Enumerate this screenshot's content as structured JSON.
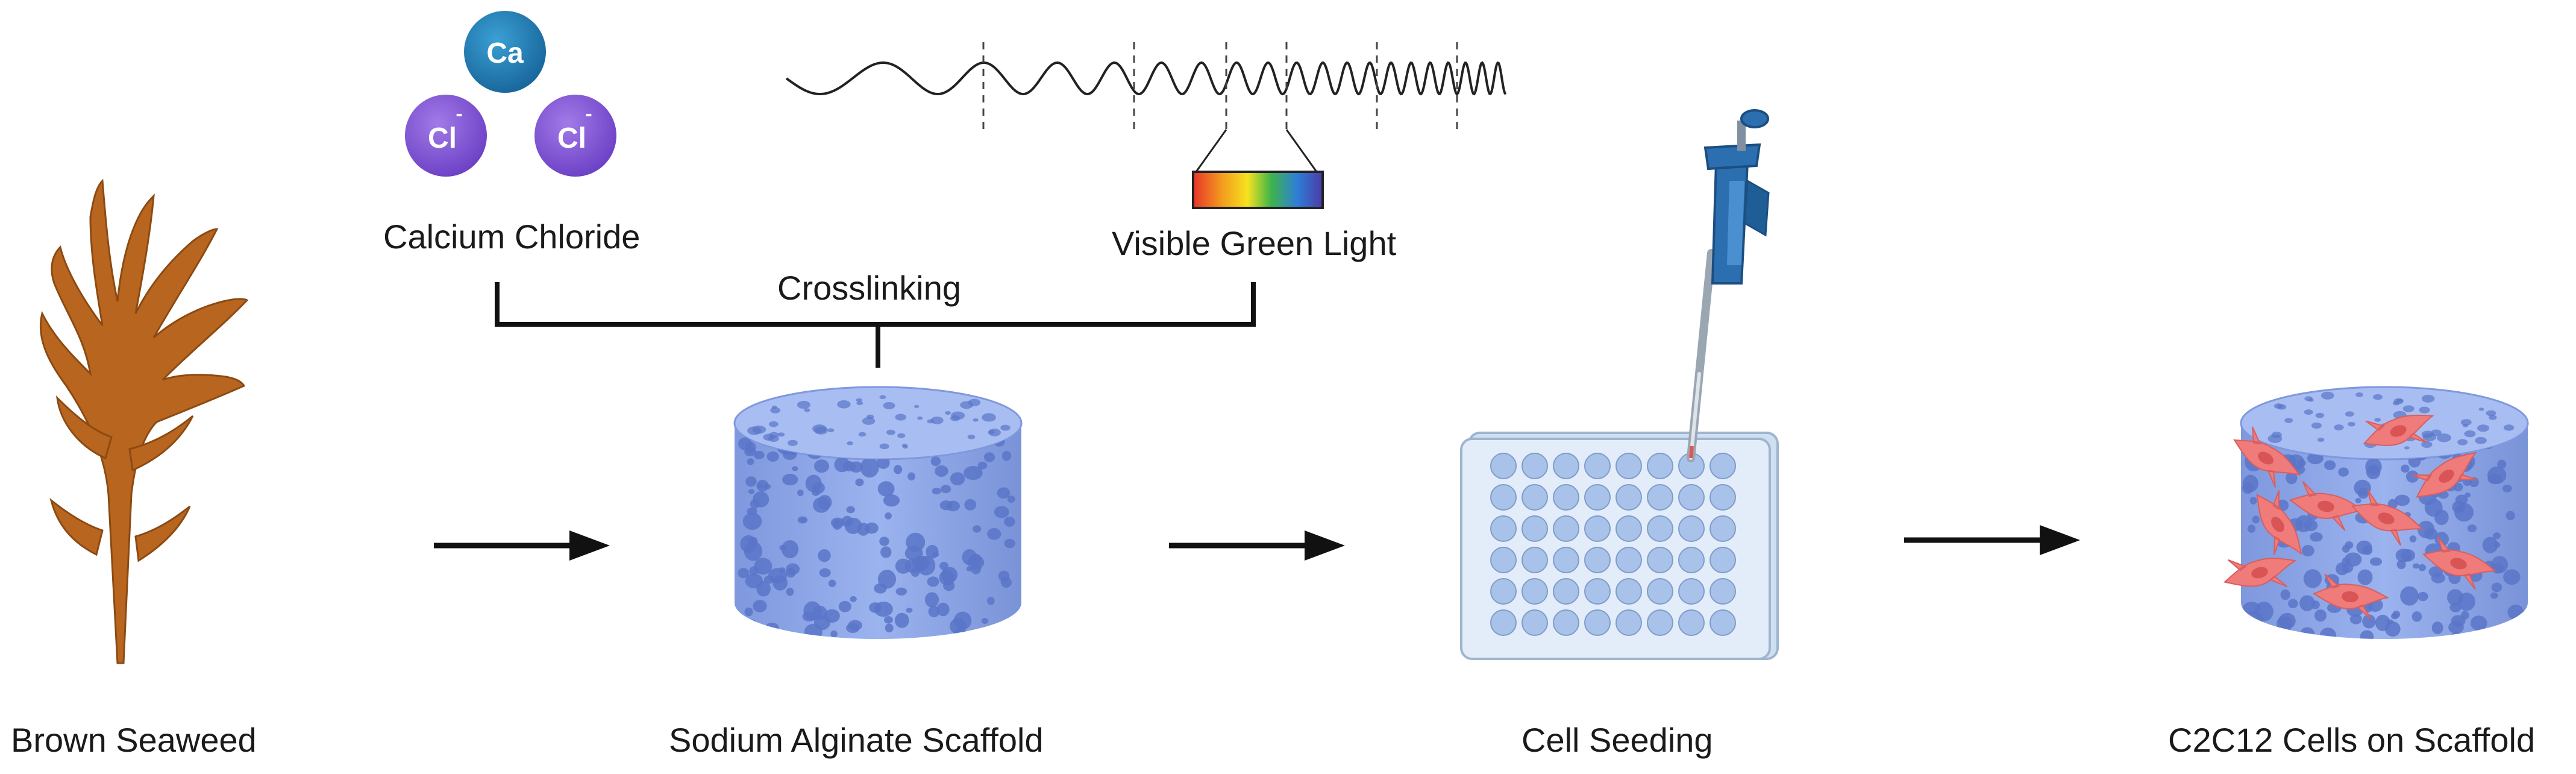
{
  "ions": {
    "ca": "Ca",
    "cl": "Cl",
    "charge": "-",
    "ca_color": "#1f7fb0",
    "cl_color": "#8a55d8"
  },
  "labels": {
    "calcium_chloride": "Calcium Chloride",
    "visible_green_light": "Visible Green Light",
    "crosslinking": "Crosslinking"
  },
  "steps": [
    {
      "label": "Brown Seaweed"
    },
    {
      "label": "Sodium Alginate Scaffold"
    },
    {
      "label": "Cell Seeding"
    },
    {
      "label": "C2C12 Cells on Scaffold"
    }
  ],
  "colors": {
    "seaweed": "#b8651f",
    "scaffold": "#8fa8e8",
    "scaffold_pore": "#5a76c8",
    "cells": "#ef7b7b",
    "plate": "#d9e6f5",
    "pipette": "#2b6fb0",
    "arrow": "#111111"
  },
  "spectrum": [
    "#e8342a",
    "#f29a1e",
    "#f6e21e",
    "#3fb54a",
    "#2e7fd6",
    "#4b3ba8"
  ]
}
